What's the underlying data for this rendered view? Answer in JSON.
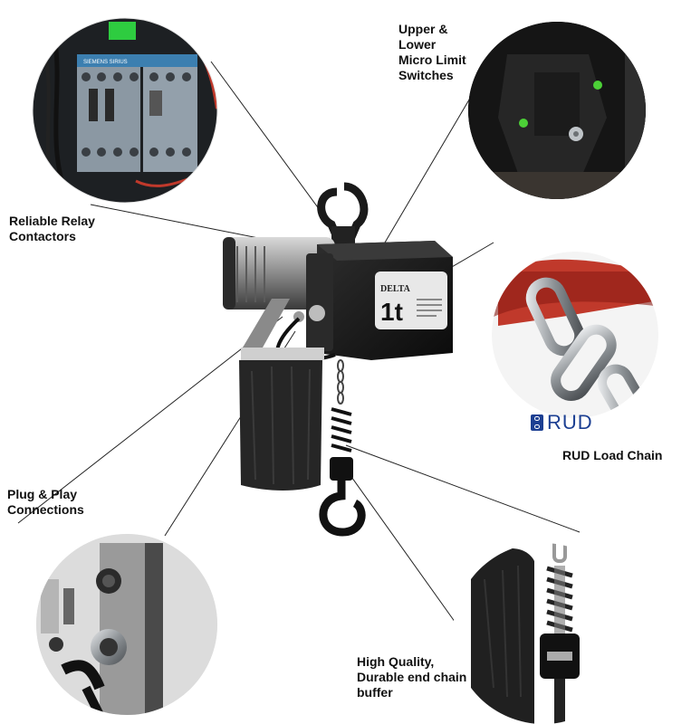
{
  "labels": {
    "relay": "Reliable Relay\nContactors",
    "limit": "Upper &\nLower\nMicro Limit\nSwitches",
    "plug": "Plug & Play\nConnections",
    "chain": "RUD Load Chain",
    "buffer": "High Quality,\nDurable end chain\nbuffer"
  },
  "brand_logo": "RUD",
  "hoist_brand": "DELTA",
  "capacity": "1t",
  "contactor_brand": "SIEMENS SIRIUS",
  "colors": {
    "rud_blue": "#1c3f92",
    "hoist_body": "#1a1a1a",
    "bag": "#262626",
    "housing_grey": "#9a9a9a",
    "chain_steel": "#b8bcc0",
    "relay_panel": "#8b98a3"
  }
}
